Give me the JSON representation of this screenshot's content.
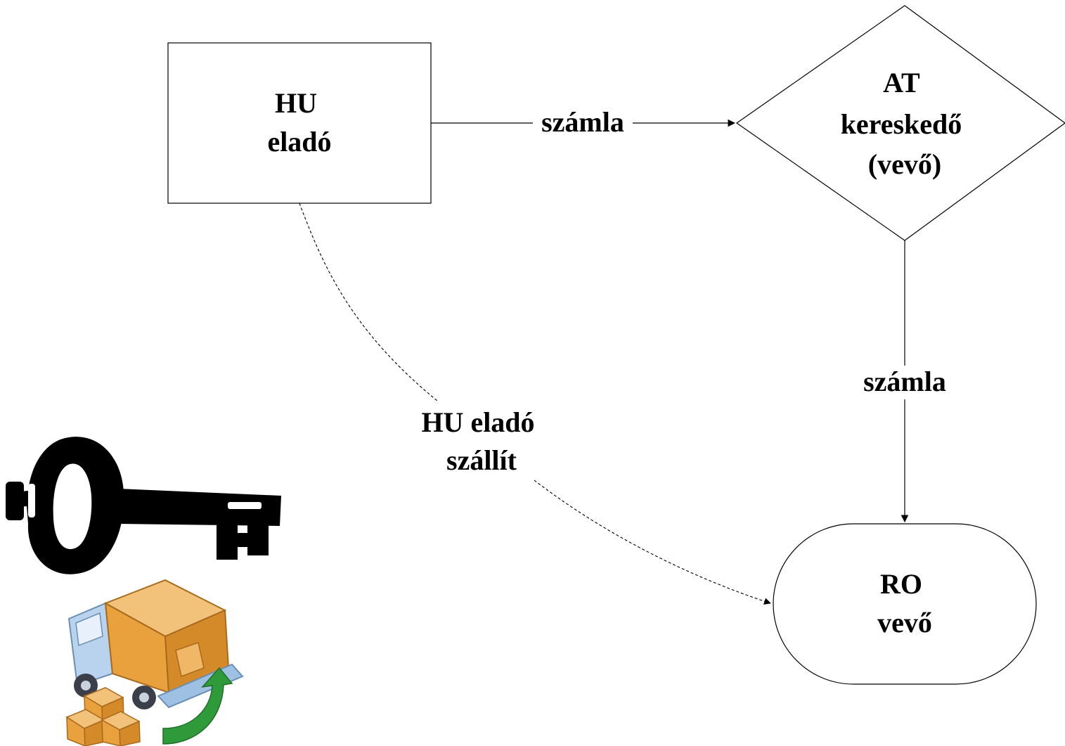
{
  "nodes": {
    "seller": {
      "lines": [
        "HU",
        "eladó"
      ],
      "shape": "rectangle"
    },
    "trader": {
      "lines": [
        "AT",
        "kereskedő",
        "(vevő)"
      ],
      "shape": "diamond"
    },
    "buyer": {
      "lines": [
        "RO",
        "vevő"
      ],
      "shape": "rounded"
    }
  },
  "edges": {
    "seller_to_trader": {
      "label": "számla",
      "style": "solid"
    },
    "trader_to_buyer": {
      "label": "számla",
      "style": "solid"
    },
    "seller_to_buyer": {
      "lines": [
        "HU eladó",
        "szállít"
      ],
      "style": "dashed"
    }
  },
  "icons": {
    "key": "key-icon",
    "truck": "delivery-truck-icon"
  },
  "colors": {
    "stroke": "#000000",
    "background": "#ffffff",
    "box_orange": "#e8a13c",
    "truck_blue": "#b9d3ee",
    "arrow_green": "#2e9a3a"
  }
}
